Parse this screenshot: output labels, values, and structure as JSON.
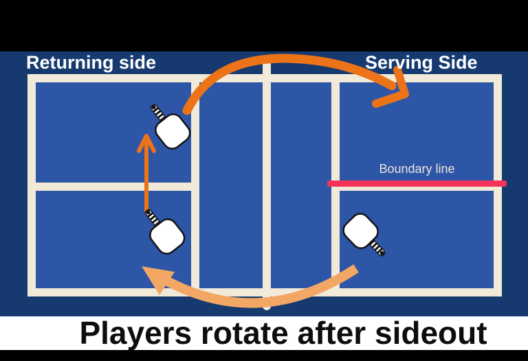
{
  "diagram": {
    "returning_side_label": "Returning side",
    "serving_side_label": "Serving Side",
    "boundary_line_label": "Boundary line",
    "caption": "Players rotate after sideout",
    "icons": {
      "paddles": "pickleball-paddle-icon",
      "top_arrow": "rotation-arrow-top-icon",
      "bottom_arrow": "rotation-arrow-bottom-icon",
      "advance_arrow": "player-advance-arrow-icon"
    }
  },
  "colors": {
    "background_navy": "#163a70",
    "court_blue": "#2d56a7",
    "court_line_cream": "#f1ead9",
    "arrow_orange": "#ec7318",
    "arrow_light_orange": "#f3a764",
    "boundary_red": "#f5335a",
    "label_white": "#ffffff",
    "boundary_label_cream": "#e9e5df",
    "caption_black": "#0d0d0d",
    "frame_black": "#000000",
    "caption_band_white": "#ffffff"
  }
}
